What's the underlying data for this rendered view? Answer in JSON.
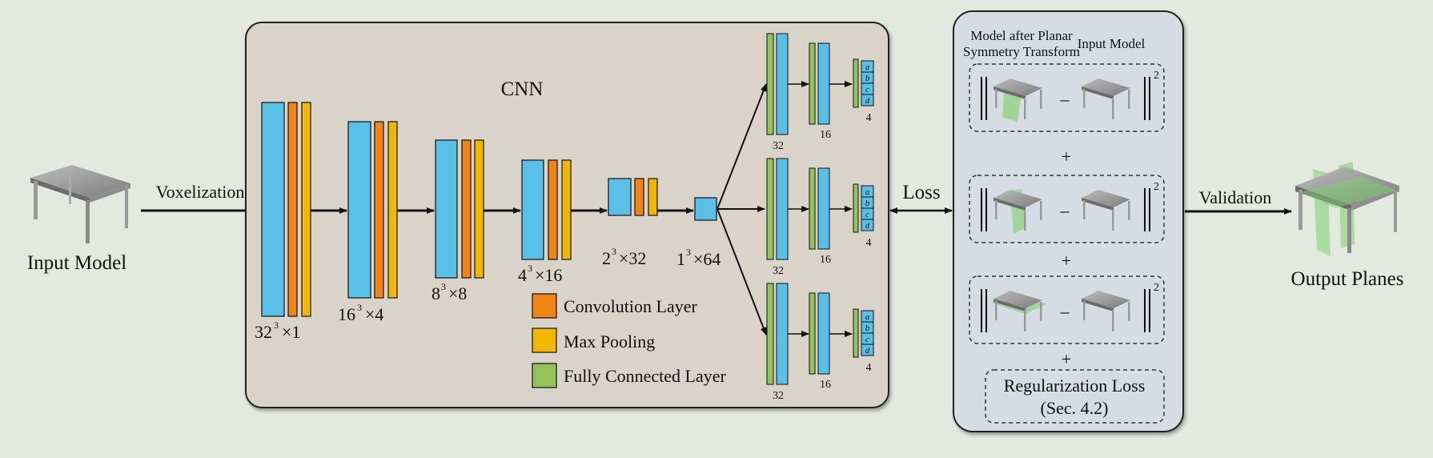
{
  "input_label": "Input Model",
  "output_label": "Output Planes",
  "arrows": {
    "voxelization": "Voxelization",
    "loss": "Loss",
    "validation": "Validation"
  },
  "cnn": {
    "title": "CNN",
    "stages": [
      {
        "base": "32",
        "exp": "3",
        "channels": "×1"
      },
      {
        "base": "16",
        "exp": "3",
        "channels": "×4"
      },
      {
        "base": "8",
        "exp": "3",
        "channels": "×8"
      },
      {
        "base": "4",
        "exp": "3",
        "channels": "×16"
      },
      {
        "base": "2",
        "exp": "3",
        "channels": "×32"
      },
      {
        "base": "1",
        "exp": "3",
        "channels": "×64"
      }
    ],
    "fc_labels": [
      "32",
      "16",
      "4"
    ],
    "plane_params": [
      "a",
      "b",
      "c",
      "d"
    ]
  },
  "legend": [
    {
      "label": "Convolution Layer",
      "color": "#f08419"
    },
    {
      "label": "Max Pooling",
      "color": "#f2b705"
    },
    {
      "label": "Fully Connected Layer",
      "color": "#93c35a"
    }
  ],
  "loss_panel": {
    "header_left_1": "Model after Planar",
    "header_left_2": "Symmetry Transform",
    "header_right": "Input Model",
    "minus": "–",
    "square": "2",
    "plus": "+",
    "reg_line1": "Regularization Loss",
    "reg_line2": "(Sec. 4.2)"
  },
  "colors": {
    "voxel_blue": "#5bc0e8",
    "conv_orange": "#f08419",
    "pool_yellow": "#f2b705",
    "fc_green": "#93c35a",
    "cnn_panel": "#d9d3c9",
    "loss_panel": "#d6dce3",
    "background": "#e3e9df",
    "symmetry_plane": "#7ccf6a"
  }
}
